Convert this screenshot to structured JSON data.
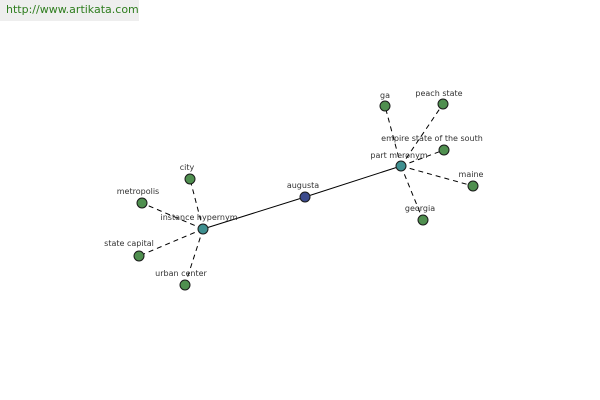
{
  "source": {
    "url_text": "http://www.artikata.com"
  },
  "colors": {
    "center_node": "#3b4a8c",
    "relation_node": "#3e8f8f",
    "leaf_node": "#4f8f4f",
    "source_text": "#2e7d1e",
    "banner_bg": "#eeeeee"
  },
  "graph": {
    "nodes": [
      {
        "id": "augusta",
        "label": "augusta",
        "kind": "center"
      },
      {
        "id": "part-meronym",
        "label": "part meronym",
        "kind": "relation"
      },
      {
        "id": "instance-hypernym",
        "label": "instance hypernym",
        "kind": "relation"
      },
      {
        "id": "ga",
        "label": "ga",
        "kind": "leaf"
      },
      {
        "id": "peach-state",
        "label": "peach state",
        "kind": "leaf"
      },
      {
        "id": "empire-state-of-the-south",
        "label": "empire state of the south",
        "kind": "leaf"
      },
      {
        "id": "maine",
        "label": "maine",
        "kind": "leaf"
      },
      {
        "id": "georgia",
        "label": "georgia",
        "kind": "leaf"
      },
      {
        "id": "city",
        "label": "city",
        "kind": "leaf"
      },
      {
        "id": "metropolis",
        "label": "metropolis",
        "kind": "leaf"
      },
      {
        "id": "state-capital",
        "label": "state capital",
        "kind": "leaf"
      },
      {
        "id": "urban-center",
        "label": "urban center",
        "kind": "leaf"
      }
    ],
    "edges": [
      {
        "from": "augusta",
        "to": "part-meronym",
        "style": "solid"
      },
      {
        "from": "augusta",
        "to": "instance-hypernym",
        "style": "solid"
      },
      {
        "from": "part-meronym",
        "to": "ga",
        "style": "dashed"
      },
      {
        "from": "part-meronym",
        "to": "peach-state",
        "style": "dashed"
      },
      {
        "from": "part-meronym",
        "to": "empire-state-of-the-south",
        "style": "dashed"
      },
      {
        "from": "part-meronym",
        "to": "maine",
        "style": "dashed"
      },
      {
        "from": "part-meronym",
        "to": "georgia",
        "style": "dashed"
      },
      {
        "from": "instance-hypernym",
        "to": "city",
        "style": "dashed"
      },
      {
        "from": "instance-hypernym",
        "to": "metropolis",
        "style": "dashed"
      },
      {
        "from": "instance-hypernym",
        "to": "state-capital",
        "style": "dashed"
      },
      {
        "from": "instance-hypernym",
        "to": "urban-center",
        "style": "dashed"
      }
    ]
  }
}
